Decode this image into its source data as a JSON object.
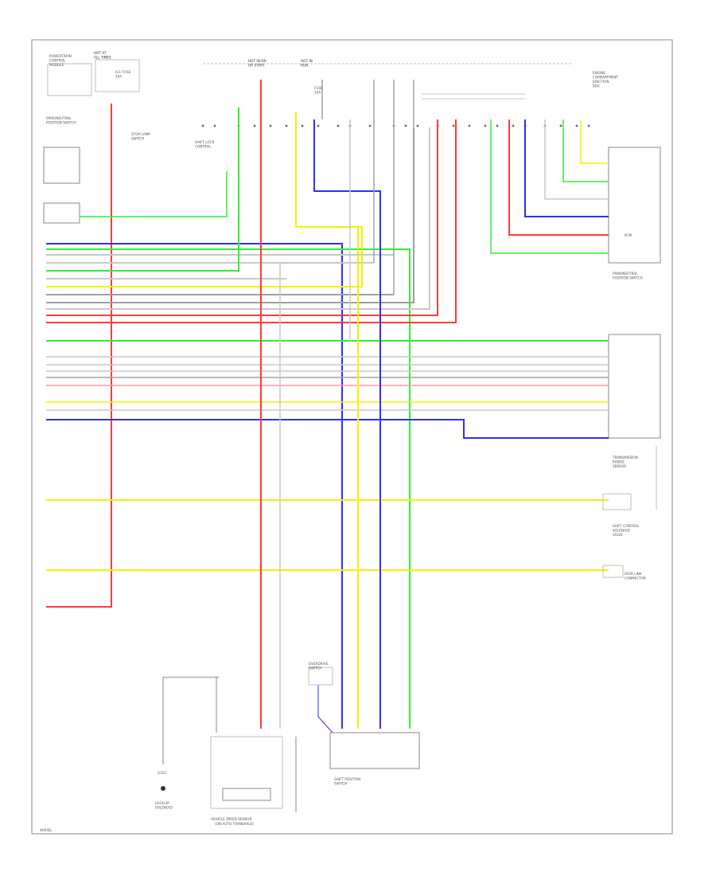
{
  "colors": {
    "red": "#ff3b3b",
    "blue": "#2f2fff",
    "green": "#33ee33",
    "yellow": "#f2f200",
    "pink": "#ff9aa0",
    "gray": "#a0a0a0",
    "lightgray": "#c8c8c8"
  },
  "labels": {
    "hot_ign": "HOT IN ON\nOR START",
    "hot_run": "HOT IN\nRUN",
    "hot_at_all": "HOT AT\nALL TIMES",
    "fuse_left": "POWERTRAIN\nCONTROL\nMODULE",
    "ign_fuse": "IG1 FUSE\n10A",
    "fuse2": "FUSE\n15A",
    "junction": "ENGINE\nCOMPARTMENT\nJUNCTION\nBOX",
    "pcm_note": "PARK/NEUTRAL\nPOSITION SWITCH",
    "stop_lamp": "STOP LAMP\nSWITCH",
    "shift_lock": "SHIFT LOCK\nCONTROL",
    "right_upper_box": "PARK/NEUTRAL\nPOSITION SWITCH",
    "right_mid_box": "PCM",
    "right_mid_label": "TRANSMISSION\nRANGE\nSENSOR",
    "right_low1": "SHIFT CONTROL\nSOLENOID\nVALVE",
    "right_low2": "DATA LINK\nCONNECTOR",
    "speed_sensor": "VEHICLE SPEED SENSOR",
    "speed_sensor_sub": "(ON AUTO TRANSAXLE)",
    "overdrive": "OVERDRIVE\nSWITCH",
    "lock_sol": "LOCK-UP\nSOLENOID",
    "shift_switch": "SHIFT POSITION\nSWITCH",
    "ground": "G101",
    "footer": "W/R/BL"
  }
}
